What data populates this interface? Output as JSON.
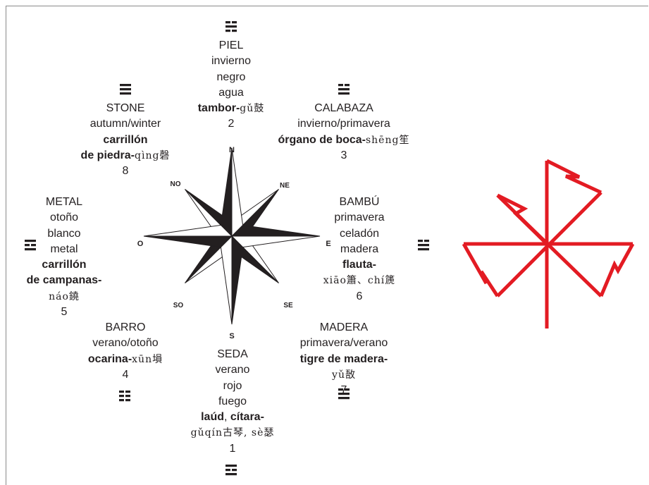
{
  "compass": {
    "labels": {
      "n": "N",
      "ne": "NE",
      "e": "E",
      "se": "SE",
      "s": "S",
      "so": "SO",
      "o": "O",
      "no": "NO"
    }
  },
  "blocks": {
    "piel": {
      "name": "PIEL",
      "season": "invierno",
      "color": "negro",
      "element": "agua",
      "instrument": "tambor-",
      "romanization": "gǔ鼓",
      "number": "2",
      "trigram": [
        [
          0,
          1
        ],
        [
          1
        ],
        [
          0,
          1
        ]
      ]
    },
    "stone": {
      "name": "STONE",
      "season": "autumn/winter",
      "instrument_1": "carrillón",
      "instrument_2": "de piedra-",
      "romanization": "qìng磬",
      "number": "8",
      "trigram": [
        [
          1
        ],
        [
          1
        ],
        [
          1
        ]
      ]
    },
    "calabaza": {
      "name": "CALABAZA",
      "season": "invierno/primavera",
      "instrument": "órgano de boca-",
      "romanization": "shēng笙",
      "number": "3",
      "trigram": [
        [
          0,
          1
        ],
        [
          1
        ],
        [
          1
        ]
      ]
    },
    "metal": {
      "name": "METAL",
      "season": "otoño",
      "color": "blanco",
      "element": "metal",
      "instrument_1": "carrillón",
      "instrument_2": "de campanas-",
      "romanization": "náo鐃",
      "number": "5",
      "trigram": [
        [
          1
        ],
        [
          0,
          1
        ],
        [
          1
        ]
      ]
    },
    "bambu": {
      "name": "BAMBÚ",
      "season": "primavera",
      "color": "celadón",
      "element": "madera",
      "instrument": "flauta-",
      "romanization": "xiāo簫、chí篪",
      "number": "6",
      "trigram": [
        [
          0,
          1
        ],
        [
          1
        ],
        [
          1
        ]
      ]
    },
    "barro": {
      "name": "BARRO",
      "season": "verano/otoño",
      "instrument": "ocarina-",
      "romanization": "xūn塤",
      "number": "4",
      "trigram": [
        [
          0,
          1
        ],
        [
          0,
          1
        ],
        [
          0,
          1
        ]
      ]
    },
    "madera": {
      "name": "MADERA",
      "season": "primavera/verano",
      "instrument": "tigre de madera-",
      "romanization": "yǔ敔",
      "number": "7",
      "trigram": [
        [
          0,
          1
        ],
        [
          1
        ],
        [
          1
        ]
      ]
    },
    "seda": {
      "name": "SEDA",
      "season": "verano",
      "color": "rojo",
      "element": "fuego",
      "instrument_a": "laúd",
      "instrument_sep": ", ",
      "instrument_b": "cítara-",
      "romanization": "gǔqín古琴, sè瑟",
      "number": "1",
      "trigram": [
        [
          1
        ],
        [
          0,
          1
        ],
        [
          1
        ]
      ]
    }
  },
  "colors": {
    "ink": "#231f20",
    "red_symbol": "#e31b23"
  }
}
